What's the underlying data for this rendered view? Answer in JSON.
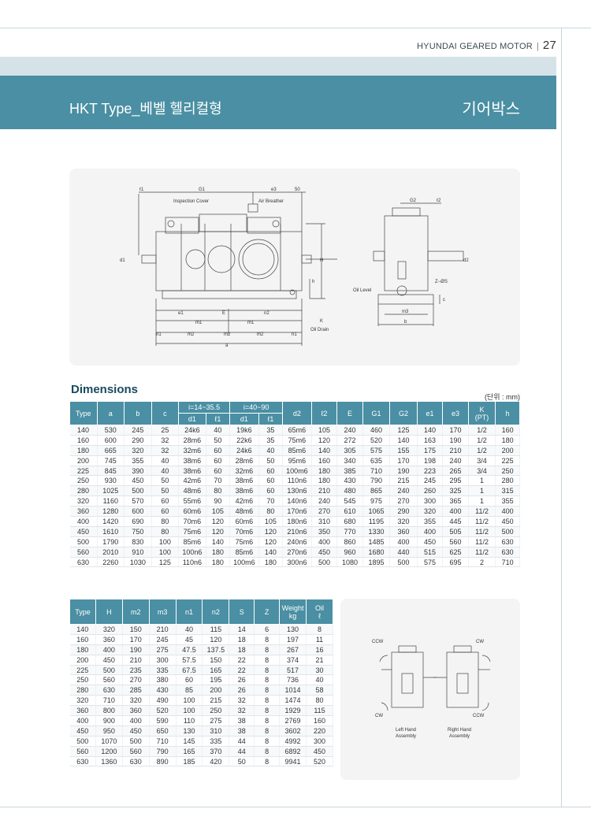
{
  "header": {
    "brand": "HYUNDAI GEARED MOTOR",
    "separator": "|",
    "page_number": "27"
  },
  "banner": {
    "title": "HKT Type_베벨 헬리컬형",
    "category": "기어박스"
  },
  "drawing": {
    "labels": {
      "l1": "ℓ1",
      "G1": "G1",
      "e3": "e3",
      "fifty": "50",
      "inspection": "Inspection Cover",
      "air": "Air Breather",
      "d1": "d1",
      "H": "H",
      "h": "h",
      "e1": "e1",
      "E": "E",
      "n2": "n2",
      "m1a": "m1",
      "m1b": "m1",
      "K": "K",
      "drain": "Oil Drain",
      "n1a": "n1",
      "m2a": "m2",
      "m2b": "m2",
      "m2c": "m2",
      "n1b": "n1",
      "a": "a",
      "G2": "G2",
      "l2": "ℓ2",
      "d2": "d2",
      "oil_level": "Oil Level",
      "zs": "Z−ØS",
      "c": "c",
      "m3": "m3",
      "b": "b"
    }
  },
  "dimensions": {
    "title": "Dimensions",
    "unit": "(단위 : mm)",
    "headers": {
      "type": "Type",
      "a": "a",
      "b": "b",
      "c": "c",
      "g1": "i=14~35.5",
      "g2": "i=40~90",
      "d1a": "d1",
      "l1a": "ℓ1",
      "d1b": "d1",
      "l1b": "ℓ1",
      "d2": "d2",
      "l2": "ℓ2",
      "E": "E",
      "G1": "G1",
      "G2": "G2",
      "e1": "e1",
      "e3": "e3",
      "K": "K",
      "K_sub": "(PT)",
      "h": "h"
    },
    "rows": [
      [
        "140",
        "530",
        "245",
        "25",
        "24k6",
        "40",
        "19k6",
        "35",
        "65m6",
        "105",
        "240",
        "460",
        "125",
        "140",
        "170",
        "1/2",
        "160"
      ],
      [
        "160",
        "600",
        "290",
        "32",
        "28m6",
        "50",
        "22k6",
        "35",
        "75m6",
        "120",
        "272",
        "520",
        "140",
        "163",
        "190",
        "1/2",
        "180"
      ],
      [
        "180",
        "665",
        "320",
        "32",
        "32m6",
        "60",
        "24k6",
        "40",
        "85m6",
        "140",
        "305",
        "575",
        "155",
        "175",
        "210",
        "1/2",
        "200"
      ],
      [
        "200",
        "745",
        "355",
        "40",
        "38m6",
        "60",
        "28m6",
        "50",
        "95m6",
        "160",
        "340",
        "635",
        "170",
        "198",
        "240",
        "3/4",
        "225"
      ],
      [
        "225",
        "845",
        "390",
        "40",
        "38m6",
        "60",
        "32m6",
        "60",
        "100m6",
        "180",
        "385",
        "710",
        "190",
        "223",
        "265",
        "3/4",
        "250"
      ],
      [
        "250",
        "930",
        "450",
        "50",
        "42m6",
        "70",
        "38m6",
        "60",
        "110n6",
        "180",
        "430",
        "790",
        "215",
        "245",
        "295",
        "1",
        "280"
      ],
      [
        "280",
        "1025",
        "500",
        "50",
        "48m6",
        "80",
        "38m6",
        "60",
        "130n6",
        "210",
        "480",
        "865",
        "240",
        "260",
        "325",
        "1",
        "315"
      ],
      [
        "320",
        "1160",
        "570",
        "60",
        "55m6",
        "90",
        "42m6",
        "70",
        "140n6",
        "240",
        "545",
        "975",
        "270",
        "300",
        "365",
        "1",
        "355"
      ],
      [
        "360",
        "1280",
        "600",
        "60",
        "60m6",
        "105",
        "48m6",
        "80",
        "170n6",
        "270",
        "610",
        "1065",
        "290",
        "320",
        "400",
        "11/2",
        "400"
      ],
      [
        "400",
        "1420",
        "690",
        "80",
        "70m6",
        "120",
        "60m6",
        "105",
        "180n6",
        "310",
        "680",
        "1195",
        "320",
        "355",
        "445",
        "11/2",
        "450"
      ],
      [
        "450",
        "1610",
        "750",
        "80",
        "75m6",
        "120",
        "70m6",
        "120",
        "210n6",
        "350",
        "770",
        "1330",
        "360",
        "400",
        "505",
        "11/2",
        "500"
      ],
      [
        "500",
        "1790",
        "830",
        "100",
        "85m6",
        "140",
        "75m6",
        "120",
        "240n6",
        "400",
        "860",
        "1485",
        "400",
        "450",
        "560",
        "11/2",
        "630"
      ],
      [
        "560",
        "2010",
        "910",
        "100",
        "100n6",
        "180",
        "85m6",
        "140",
        "270n6",
        "450",
        "960",
        "1680",
        "440",
        "515",
        "625",
        "11/2",
        "630"
      ],
      [
        "630",
        "2260",
        "1030",
        "125",
        "110n6",
        "180",
        "100m6",
        "180",
        "300n6",
        "500",
        "1080",
        "1895",
        "500",
        "575",
        "695",
        "2",
        "710"
      ]
    ]
  },
  "table2": {
    "headers": {
      "type": "Type",
      "H": "H",
      "m2": "m2",
      "m3": "m3",
      "n1": "n1",
      "n2": "n2",
      "S": "S",
      "Z": "Z",
      "weight": "Weight",
      "weight_unit": "kg",
      "oil": "Oil",
      "oil_unit": "ℓ"
    },
    "rows": [
      [
        "140",
        "320",
        "150",
        "210",
        "40",
        "115",
        "14",
        "6",
        "130",
        "8"
      ],
      [
        "160",
        "360",
        "170",
        "245",
        "45",
        "120",
        "18",
        "8",
        "197",
        "11"
      ],
      [
        "180",
        "400",
        "190",
        "275",
        "47.5",
        "137.5",
        "18",
        "8",
        "267",
        "16"
      ],
      [
        "200",
        "450",
        "210",
        "300",
        "57.5",
        "150",
        "22",
        "8",
        "374",
        "21"
      ],
      [
        "225",
        "500",
        "235",
        "335",
        "67.5",
        "165",
        "22",
        "8",
        "517",
        "30"
      ],
      [
        "250",
        "560",
        "270",
        "380",
        "60",
        "195",
        "26",
        "8",
        "736",
        "40"
      ],
      [
        "280",
        "630",
        "285",
        "430",
        "85",
        "200",
        "26",
        "8",
        "1014",
        "58"
      ],
      [
        "320",
        "710",
        "320",
        "490",
        "100",
        "215",
        "32",
        "8",
        "1474",
        "80"
      ],
      [
        "360",
        "800",
        "360",
        "520",
        "100",
        "250",
        "32",
        "8",
        "1929",
        "115"
      ],
      [
        "400",
        "900",
        "400",
        "590",
        "110",
        "275",
        "38",
        "8",
        "2769",
        "160"
      ],
      [
        "450",
        "950",
        "450",
        "650",
        "130",
        "310",
        "38",
        "8",
        "3602",
        "220"
      ],
      [
        "500",
        "1070",
        "500",
        "710",
        "145",
        "335",
        "44",
        "8",
        "4992",
        "300"
      ],
      [
        "560",
        "1200",
        "560",
        "790",
        "165",
        "370",
        "44",
        "8",
        "6892",
        "450"
      ],
      [
        "630",
        "1360",
        "630",
        "890",
        "185",
        "420",
        "50",
        "8",
        "9941",
        "520"
      ]
    ]
  },
  "rotation": {
    "left": {
      "ccw_top": "CCW",
      "cw_bottom": "CW",
      "caption1": "Left Hand",
      "caption2": "Assembly"
    },
    "right": {
      "cw_top": "CW",
      "ccw_bottom": "CCW",
      "caption1": "Right Hand",
      "caption2": "Assembly"
    }
  }
}
